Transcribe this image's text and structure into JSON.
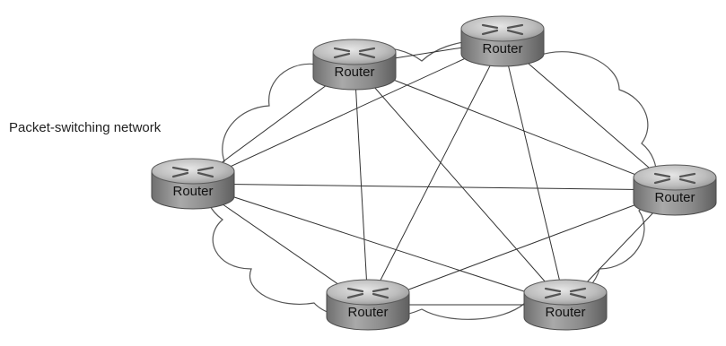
{
  "diagram": {
    "network_label": "Packet-switching network",
    "routers": [
      {
        "id": "r1",
        "label": "Router"
      },
      {
        "id": "r2",
        "label": "Router"
      },
      {
        "id": "r3",
        "label": "Router"
      },
      {
        "id": "r4",
        "label": "Router"
      },
      {
        "id": "r5",
        "label": "Router"
      },
      {
        "id": "r6",
        "label": "Router"
      }
    ],
    "links": [
      [
        "r1",
        "r2"
      ],
      [
        "r1",
        "r3"
      ],
      [
        "r1",
        "r4"
      ],
      [
        "r1",
        "r5"
      ],
      [
        "r1",
        "r6"
      ],
      [
        "r2",
        "r3"
      ],
      [
        "r2",
        "r4"
      ],
      [
        "r2",
        "r5"
      ],
      [
        "r2",
        "r6"
      ],
      [
        "r3",
        "r4"
      ],
      [
        "r3",
        "r5"
      ],
      [
        "r3",
        "r6"
      ],
      [
        "r4",
        "r5"
      ],
      [
        "r4",
        "r6"
      ],
      [
        "r5",
        "r6"
      ]
    ],
    "colors": {
      "router_body": "#8e8e8e",
      "router_top": "#c8c8c8",
      "link": "#333333",
      "cloud_outline": "#555555"
    }
  }
}
